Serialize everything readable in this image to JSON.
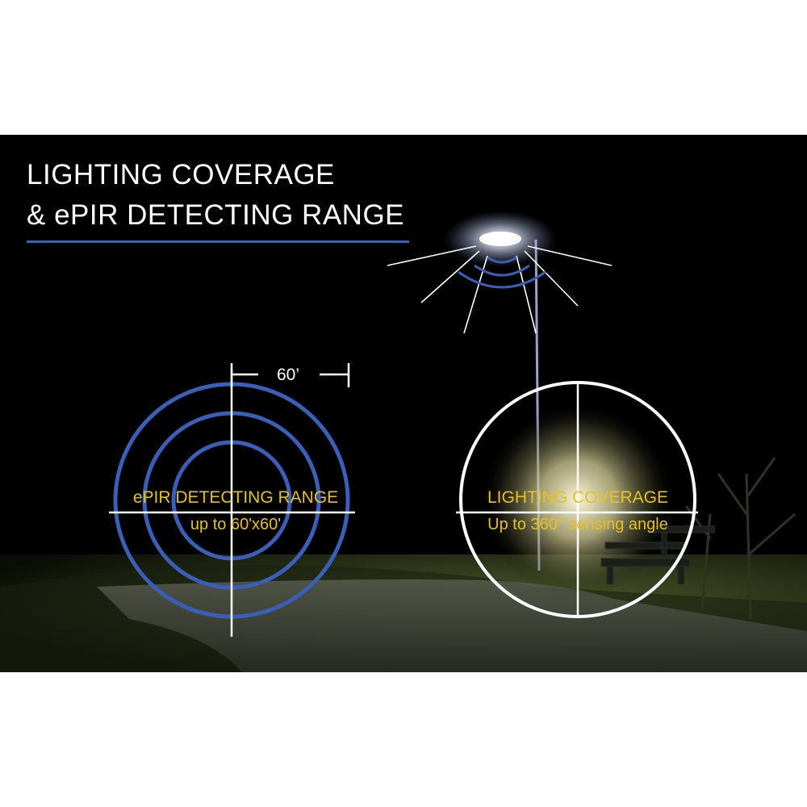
{
  "title": {
    "line1": "LIGHTING COVERAGE",
    "line2": "& ePIR DETECTING RANGE"
  },
  "dimension": {
    "label": "60’"
  },
  "epir": {
    "title": "ePIR DETECTING RANGE",
    "subtitle": "up to 60'x60'"
  },
  "lighting": {
    "title": "LIGHTING COVERAGE",
    "subtitle": "Up to 360° sensing angle"
  },
  "colors": {
    "accent_blue": "#3a5fb8",
    "label_yellow": "#e8c21a",
    "background": "#000000",
    "page": "#ffffff"
  }
}
